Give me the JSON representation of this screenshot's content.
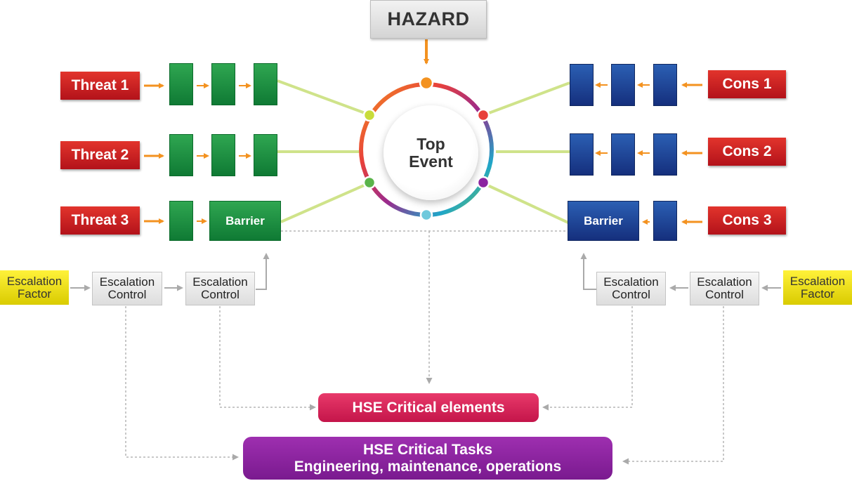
{
  "hazard": {
    "label": "HAZARD"
  },
  "top_event": {
    "line1": "Top",
    "line2": "Event"
  },
  "threats": [
    {
      "label": "Threat 1"
    },
    {
      "label": "Threat 2"
    },
    {
      "label": "Threat 3"
    }
  ],
  "consequences": [
    {
      "label": "Cons 1"
    },
    {
      "label": "Cons 2"
    },
    {
      "label": "Cons 3"
    }
  ],
  "barriers": {
    "left_label": "Barrier",
    "right_label": "Barrier"
  },
  "escalation": {
    "factor_left_line1": "Escalation",
    "factor_left_line2": "Factor",
    "factor_right_line1": "Escalation",
    "factor_right_line2": "Factor",
    "control_line1": "Escalation",
    "control_line2": "Control"
  },
  "hse_elements": {
    "label": "HSE Critical elements"
  },
  "hse_tasks": {
    "line1": "HSE Critical Tasks",
    "line2": "Engineering, maintenance, operations"
  },
  "colors": {
    "threat": "#c81e24",
    "barrier_left": "#1a8c3e",
    "barrier_right": "#1f3f95",
    "hazard": "#e0e0e0",
    "escalation_factor": "#f2e400",
    "escalation_control": "#e8e8e8",
    "hse_elements": "#d62358",
    "hse_tasks": "#8b24a0",
    "arrow": "#f39220",
    "connector": "#cfe38a"
  }
}
